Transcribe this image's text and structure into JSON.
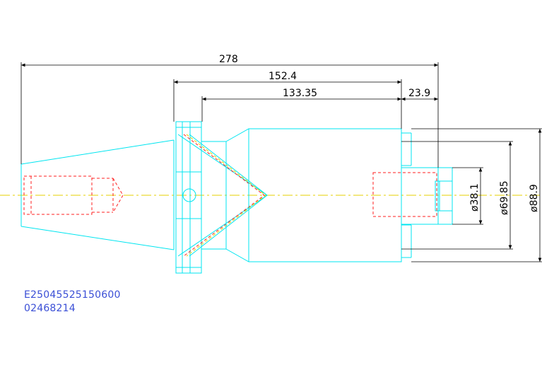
{
  "drawing": {
    "dimensions": {
      "overall_length": "278",
      "flange_to_end": "152.4",
      "body_length": "133.35",
      "end_offset": "23.9",
      "dia_small": "ø38.1",
      "dia_mid": "ø69.85",
      "dia_large": "ø88.9"
    },
    "part_codes": {
      "line1": "E25045525150600",
      "line2": "02468214"
    },
    "colors": {
      "outline": "#00e5f0",
      "hidden": "#ff2020",
      "centerline": "#e6d200",
      "dimension": "#000000",
      "code_text": "#3b4fd6"
    }
  }
}
